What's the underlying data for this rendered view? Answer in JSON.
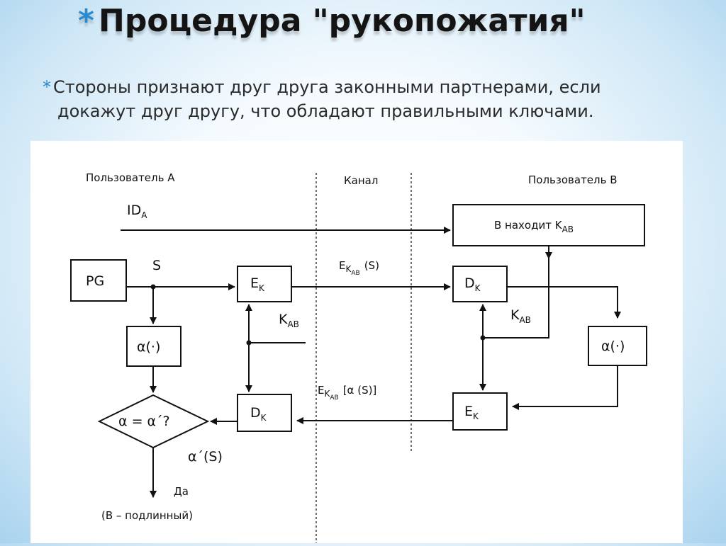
{
  "slide": {
    "title_star": "*",
    "title": "Процедура \"рукопожатия\"",
    "bullet_star": "*",
    "bullet_line1": "Стороны признают друг друга законными партнерами, если",
    "bullet_line2": "докажут друг другу, что обладают правильными ключами."
  },
  "diagram": {
    "user_a": "Пользователь А",
    "channel": "Канал",
    "user_b": "Пользователь В",
    "id_a_main": "ID",
    "id_a_sub": "A",
    "b_finds": "В  находит  K",
    "b_finds_sub": "AB",
    "pg": "PG",
    "s": "S",
    "ek_main": "E",
    "ek_sub": "K",
    "dk_main": "D",
    "dk_sub": "K",
    "alpha": "α(·)",
    "kab_main": "K",
    "kab_sub": "AB",
    "msg1_main": "E",
    "msg1_sub1": "K",
    "msg1_sub2": "AB",
    "msg1_arg": "(S)",
    "msg2_main": "E",
    "msg2_sub1": "K",
    "msg2_sub2": "AB",
    "msg2_arg": "[α (S)]",
    "compare": "α = α´?",
    "alpha_prime": "α´(S)",
    "yes": "Да",
    "result": "(В – подлинный)"
  }
}
